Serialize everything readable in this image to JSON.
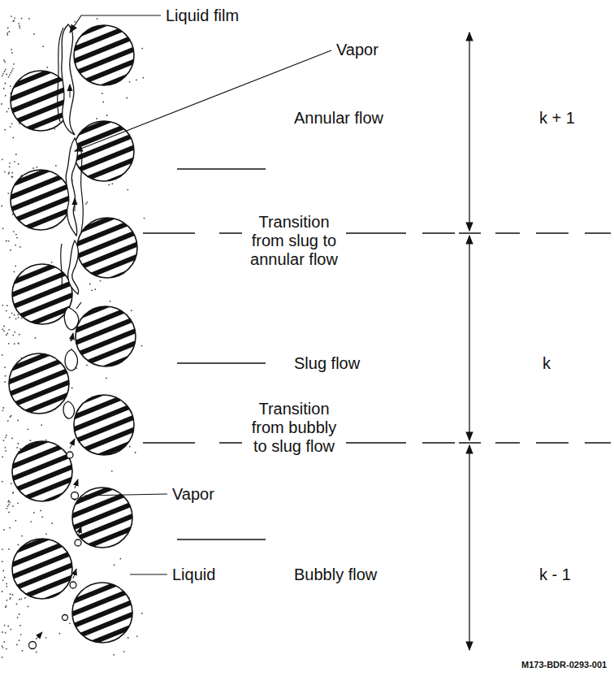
{
  "diagram": {
    "labels": [
      "Liquid film",
      "Vapor",
      "Annular flow",
      "k + 1",
      "Transition from slug to annular flow",
      "Slug flow",
      "k",
      "Transition from bubbly to slug flow",
      "Vapor",
      "Liquid",
      "Bubbly flow",
      "k - 1",
      "M173-BDR-0293-001"
    ]
  }
}
